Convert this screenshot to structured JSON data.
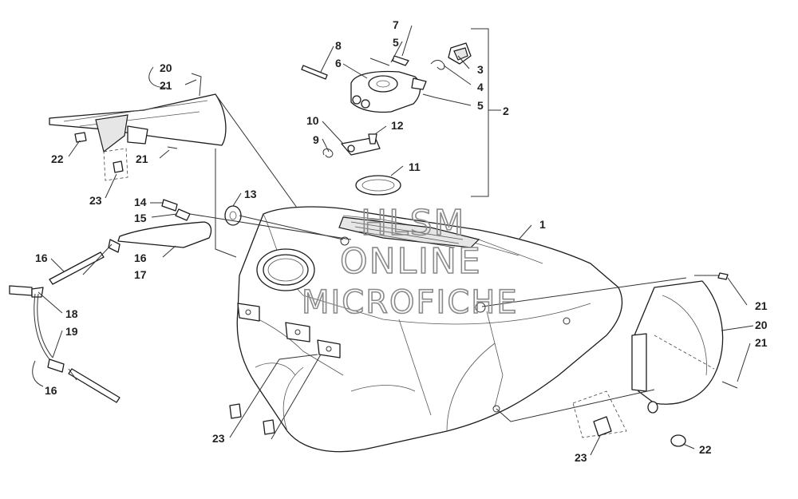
{
  "watermark": {
    "line1": "HLSM",
    "line2": "ONLINE",
    "line3": "MICROFICHE"
  },
  "callouts": [
    {
      "id": "c-1",
      "text": "1"
    },
    {
      "id": "c-2",
      "text": "2"
    },
    {
      "id": "c-3",
      "text": "3"
    },
    {
      "id": "c-4",
      "text": "4"
    },
    {
      "id": "c-5a",
      "text": "5"
    },
    {
      "id": "c-5b",
      "text": "5"
    },
    {
      "id": "c-6",
      "text": "6"
    },
    {
      "id": "c-7",
      "text": "7"
    },
    {
      "id": "c-8",
      "text": "8"
    },
    {
      "id": "c-9",
      "text": "9"
    },
    {
      "id": "c-10",
      "text": "10"
    },
    {
      "id": "c-11",
      "text": "11"
    },
    {
      "id": "c-12",
      "text": "12"
    },
    {
      "id": "c-13",
      "text": "13"
    },
    {
      "id": "c-14",
      "text": "14"
    },
    {
      "id": "c-15",
      "text": "15"
    },
    {
      "id": "c-16a",
      "text": "16"
    },
    {
      "id": "c-16b",
      "text": "16"
    },
    {
      "id": "c-16c",
      "text": "16"
    },
    {
      "id": "c-17",
      "text": "17"
    },
    {
      "id": "c-18",
      "text": "18"
    },
    {
      "id": "c-19",
      "text": "19"
    },
    {
      "id": "c-20a",
      "text": "20"
    },
    {
      "id": "c-20b",
      "text": "20"
    },
    {
      "id": "c-21a",
      "text": "21"
    },
    {
      "id": "c-21b",
      "text": "21"
    },
    {
      "id": "c-21c",
      "text": "21"
    },
    {
      "id": "c-21d",
      "text": "21"
    },
    {
      "id": "c-22a",
      "text": "22"
    },
    {
      "id": "c-22b",
      "text": "22"
    },
    {
      "id": "c-23a",
      "text": "23"
    },
    {
      "id": "c-23b",
      "text": "23"
    },
    {
      "id": "c-23c",
      "text": "23"
    }
  ]
}
